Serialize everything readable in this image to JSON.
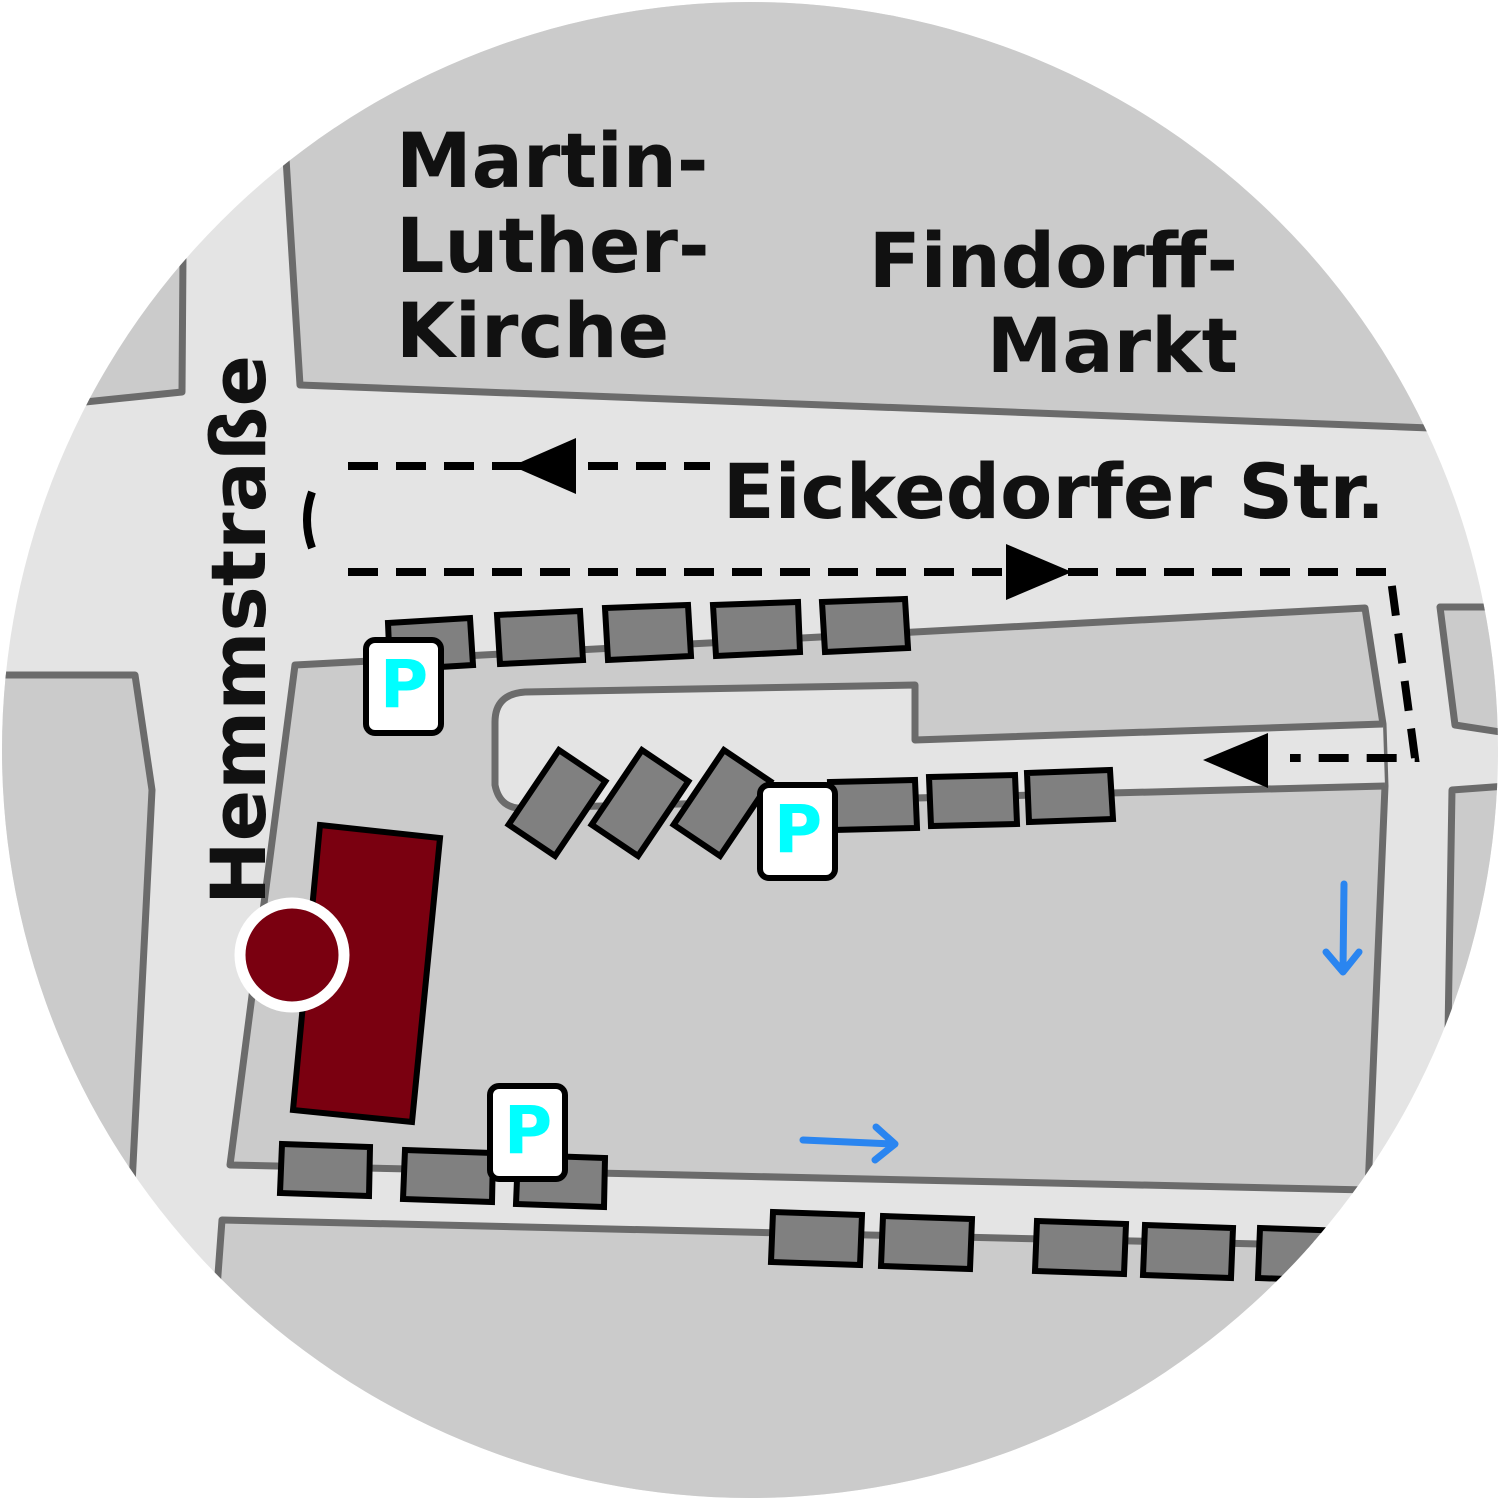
{
  "map": {
    "labels": {
      "church": [
        "Martin-",
        "Luther-",
        "Kirche"
      ],
      "market": [
        "Findorff-",
        "Markt"
      ],
      "street_east": "Eickedorfer Str.",
      "street_west": "Hemmstraße"
    },
    "parking_signs": [
      {
        "label": "P"
      },
      {
        "label": "P"
      },
      {
        "label": "P"
      }
    ],
    "colors": {
      "road": "#e4e4e4",
      "block": "#cbcbcb",
      "outline": "#6b6b6b",
      "parking_spot": "#808080",
      "building": "#7a0010",
      "parking_letter": "#00ffff",
      "direction_arrow": "#2a85f0"
    },
    "icons": [
      "parking-sign-icon",
      "location-marker-icon",
      "route-arrow-icon",
      "direction-arrow-icon"
    ]
  }
}
